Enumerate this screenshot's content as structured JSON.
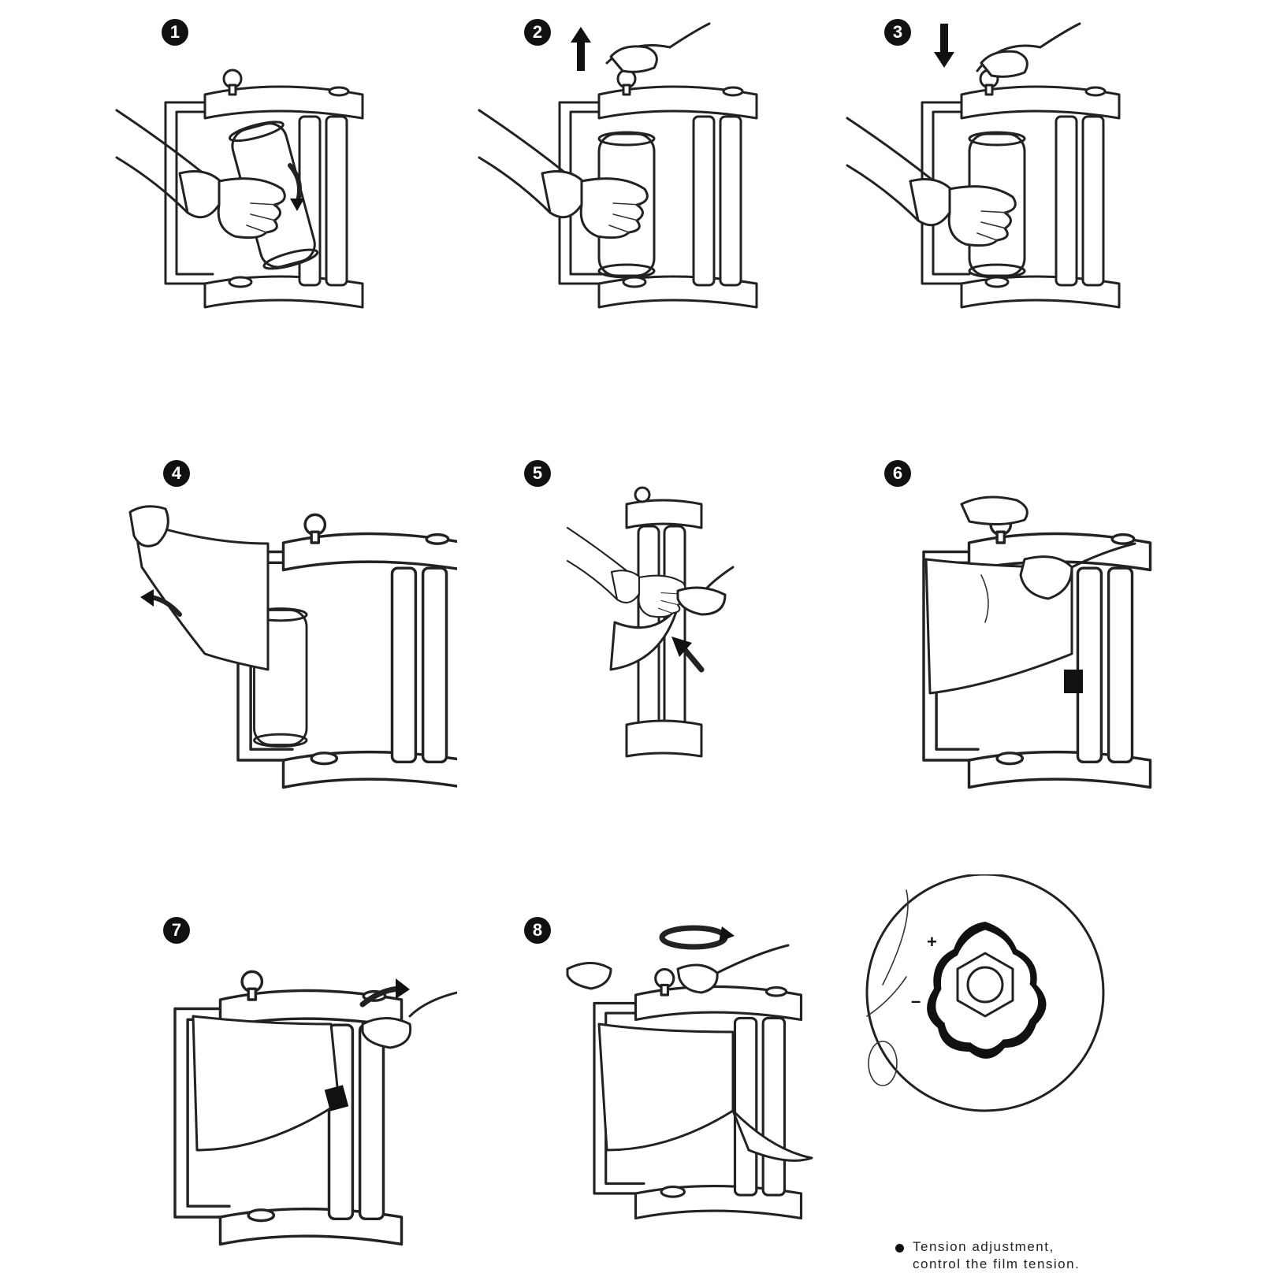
{
  "steps": [
    {
      "number": "1",
      "arrow": "curved-down-arrow"
    },
    {
      "number": "2",
      "arrow": "up-arrow"
    },
    {
      "number": "3",
      "arrow": "down-arrow"
    },
    {
      "number": "4",
      "arrow": "curved-left-arrow"
    },
    {
      "number": "5",
      "arrow": "diagonal-up-arrow"
    },
    {
      "number": "6",
      "arrow": "none"
    },
    {
      "number": "7",
      "arrow": "curved-right-arrow"
    },
    {
      "number": "8",
      "arrow": "rotate-arrows"
    }
  ],
  "detail": {
    "plus_label": "+",
    "minus_label": "–",
    "note_line1": "Tension adjustment,",
    "note_line2": "control the film tension."
  }
}
